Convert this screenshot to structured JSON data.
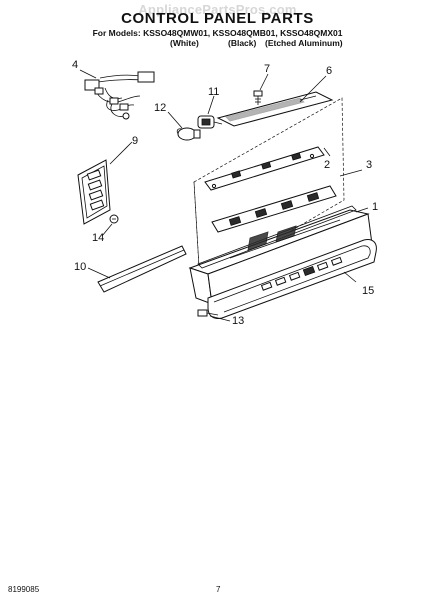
{
  "header": {
    "watermark": "AppliancePartsPros.com",
    "title": "CONTROL PANEL PARTS",
    "models": "For Models: KSSO48QMW01, KSSO48QMB01, KSSO48QMX01",
    "finishes": [
      "(White)",
      "(Black)",
      "(Etched Aluminum)"
    ]
  },
  "callouts": [
    "1",
    "2",
    "3",
    "4",
    "6",
    "7",
    "9",
    "10",
    "11",
    "12",
    "13",
    "14",
    "15"
  ],
  "footer": {
    "doc_number": "8199085",
    "page_number": "7"
  }
}
